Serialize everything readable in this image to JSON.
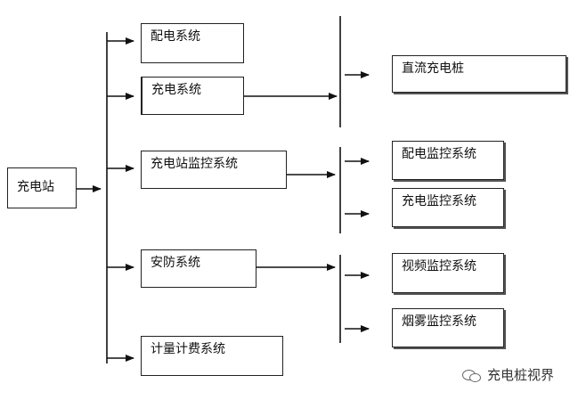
{
  "root": {
    "label": "充电站"
  },
  "subsystems": [
    {
      "label": "配电系统"
    },
    {
      "label": "充电系统"
    },
    {
      "label": "充电站监控系统"
    },
    {
      "label": "安防系统"
    },
    {
      "label": "计量计费系统"
    }
  ],
  "leaves": [
    {
      "label": "直流充电桩",
      "parent": "充电系统"
    },
    {
      "label": "配电监控系统",
      "parent": "充电站监控系统"
    },
    {
      "label": "充电监控系统",
      "parent": "充电站监控系统"
    },
    {
      "label": "视频监控系统",
      "parent": "安防系统"
    },
    {
      "label": "烟雾监控系统",
      "parent": "安防系统"
    }
  ],
  "watermark": {
    "text": "充电桩视界"
  }
}
